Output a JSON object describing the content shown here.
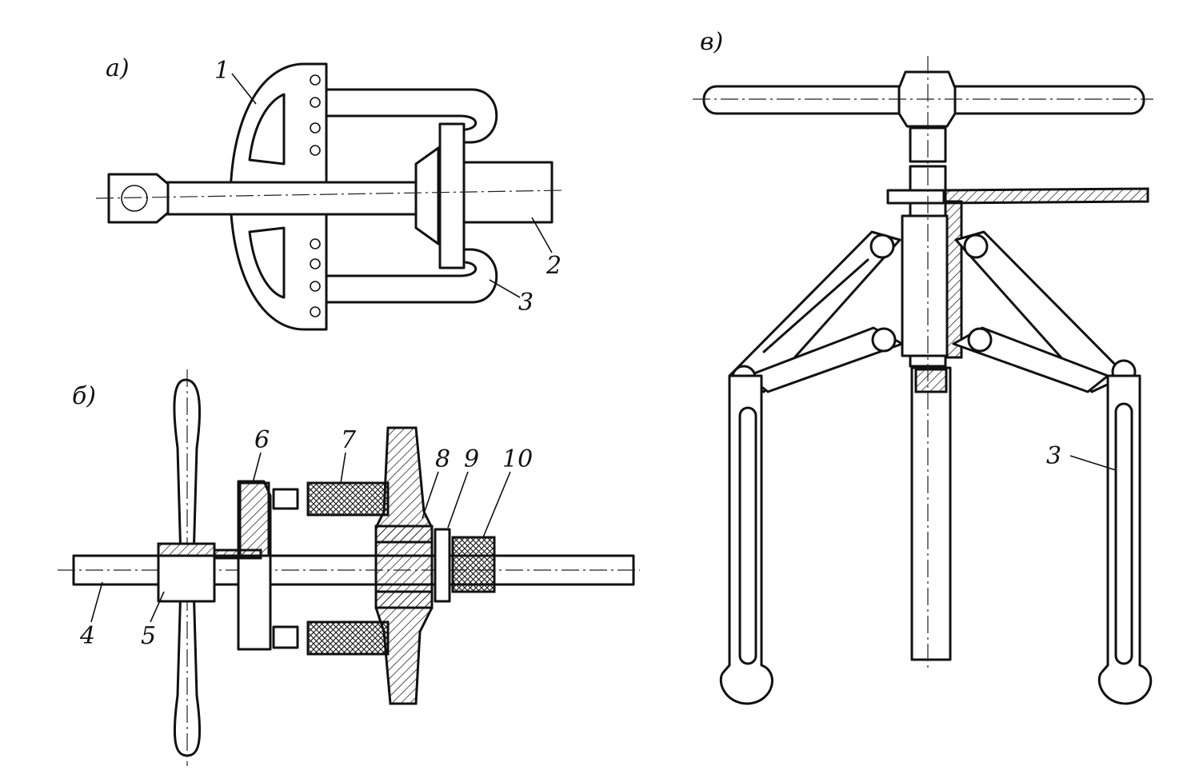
{
  "figure": {
    "views": [
      {
        "id": "a",
        "label": "а)"
      },
      {
        "id": "b",
        "label": "б)"
      },
      {
        "id": "c",
        "label": "в)"
      }
    ],
    "callouts_a": [
      "1",
      "2",
      "3"
    ],
    "callouts_b": [
      "4",
      "5",
      "6",
      "7",
      "8",
      "9",
      "10"
    ],
    "callouts_c": [
      "3"
    ]
  }
}
